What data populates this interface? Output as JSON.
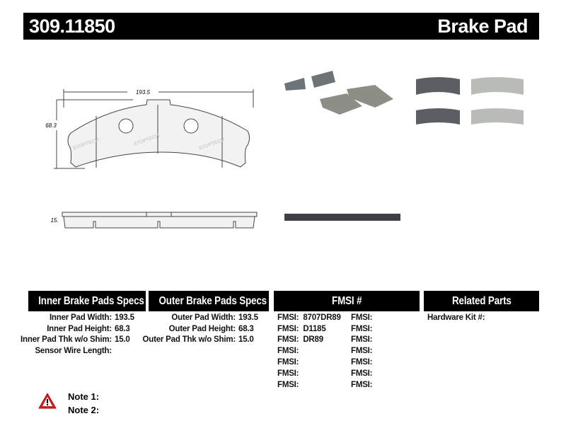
{
  "header": {
    "part_number": "309.11850",
    "product_type": "Brake Pad"
  },
  "drawing": {
    "width_dim": "193.5",
    "height_dim": "68.3",
    "thickness_dim": "15."
  },
  "inner_specs": {
    "title": "Inner Brake Pads Specs",
    "rows": [
      {
        "label": "Inner Pad Width:",
        "value": "193.5"
      },
      {
        "label": "Inner Pad Height:",
        "value": "68.3"
      },
      {
        "label": "Inner Pad Thk w/o Shim:",
        "value": "15.0"
      },
      {
        "label": "Sensor Wire Length:",
        "value": ""
      }
    ]
  },
  "outer_specs": {
    "title": "Outer Brake Pads Specs",
    "rows": [
      {
        "label": "Outer Pad Width:",
        "value": "193.5"
      },
      {
        "label": "Outer Pad Height:",
        "value": "68.3"
      },
      {
        "label": "Outer Pad Thk w/o Shim:",
        "value": "15.0"
      }
    ]
  },
  "fmsi": {
    "title": "FMSI #",
    "label": "FMSI:",
    "col1": [
      "8707DR89",
      "D1185",
      "DR89",
      "",
      "",
      "",
      ""
    ],
    "col2": [
      "",
      "",
      "",
      "",
      "",
      "",
      ""
    ]
  },
  "related": {
    "title": "Related Parts",
    "hardware_kit_label": "Hardware Kit #:",
    "hardware_kit_value": ""
  },
  "notes": [
    {
      "label": "Note 1:",
      "value": ""
    },
    {
      "label": "Note 2:",
      "value": ""
    }
  ],
  "colors": {
    "header_bg": "#000000",
    "warning_red": "#d22020",
    "pad_gray": "#6e7378",
    "pad_light": "#b9bcb6"
  }
}
